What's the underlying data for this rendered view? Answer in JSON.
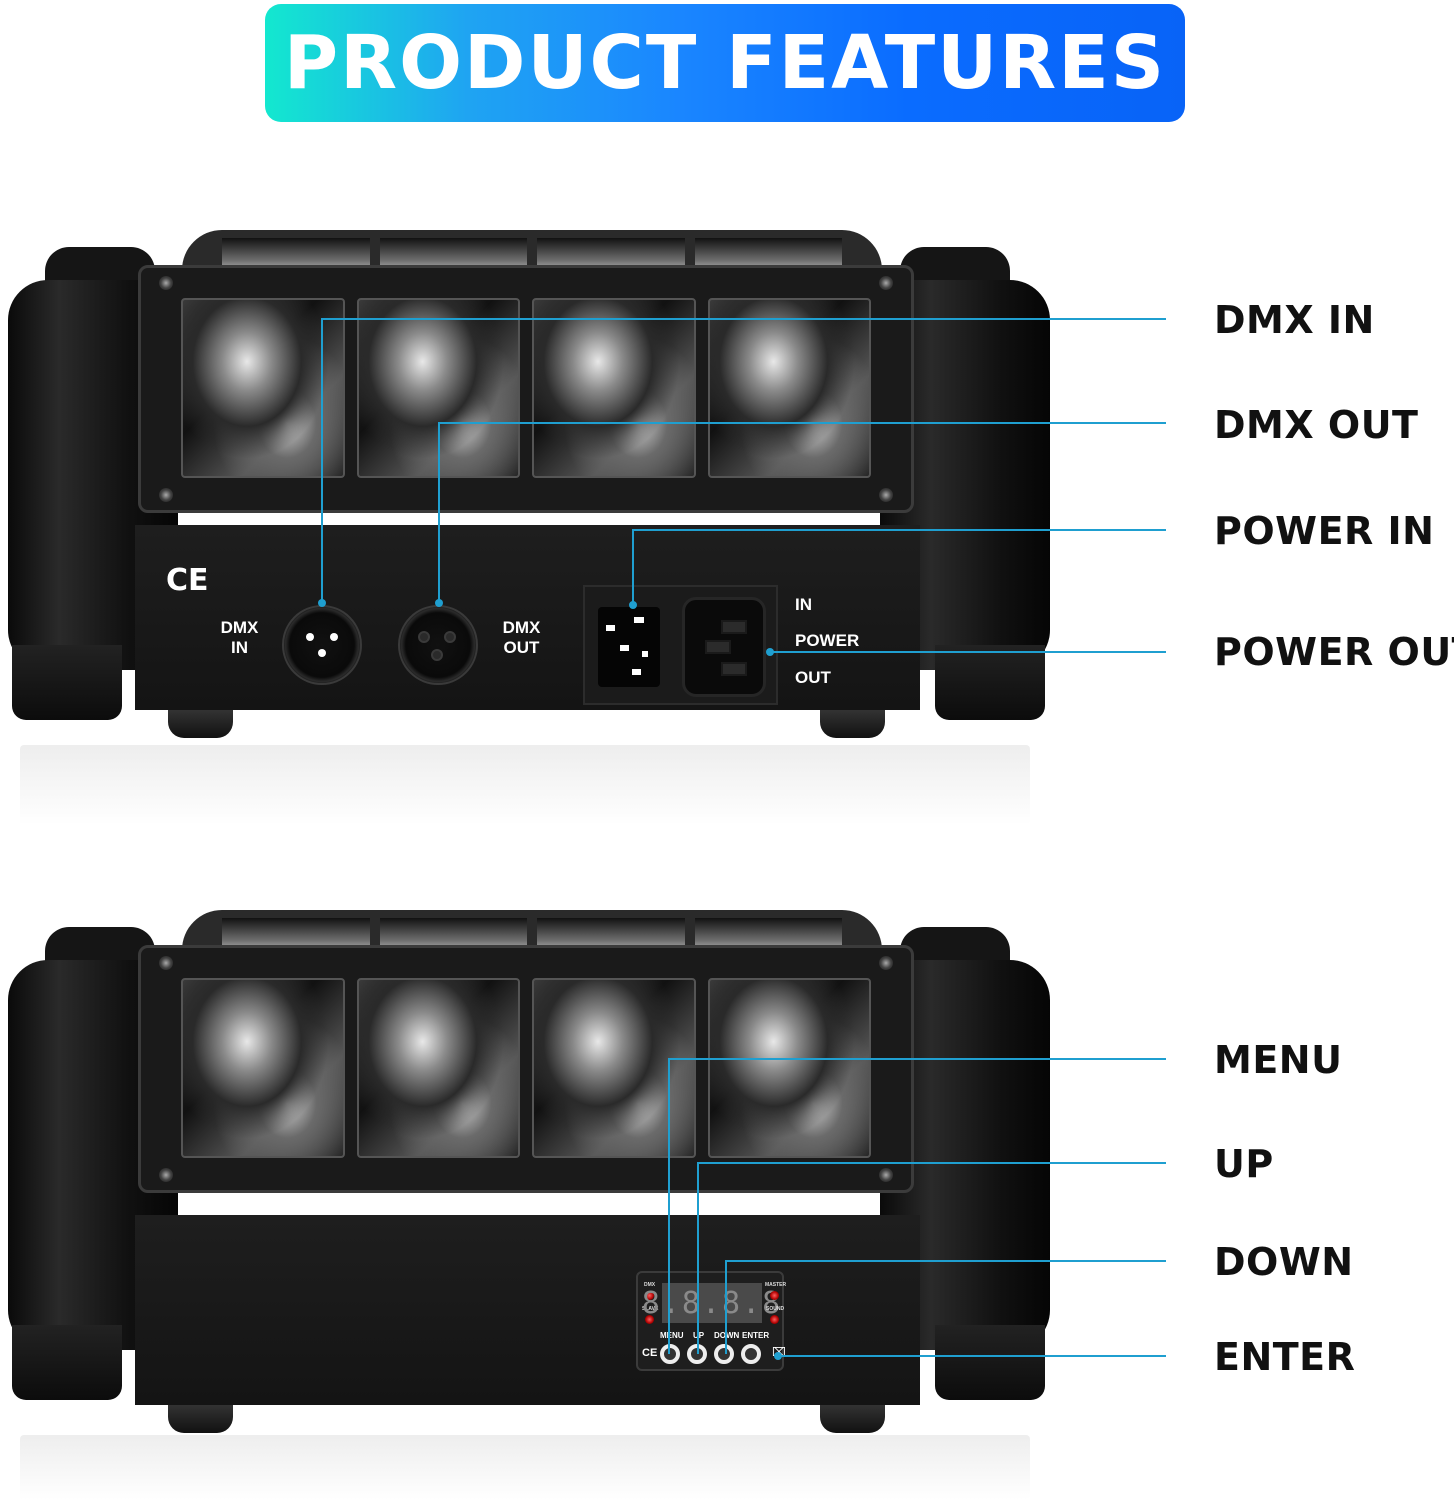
{
  "banner": {
    "title": "PRODUCT FEATURES"
  },
  "colors": {
    "banner_gradient_start": "#13e8cf",
    "banner_gradient_end": "#0863f7",
    "callout_line": "#1f9fd0",
    "callout_text": "#111111",
    "device_body": "#1a1a1a"
  },
  "top_device": {
    "ce_mark": "CE",
    "dmx_in_label": "DMX IN",
    "dmx_out_label": "DMX OUT",
    "power_labels": {
      "in": "IN",
      "power": "POWER",
      "out": "OUT"
    },
    "callouts": [
      {
        "label": "DMX IN"
      },
      {
        "label": "DMX OUT"
      },
      {
        "label": "POWER IN"
      },
      {
        "label": "POWER OUT"
      }
    ]
  },
  "bottom_device": {
    "display_value": "8.8.8.8",
    "status_leds": {
      "top_left": "DMX",
      "bottom_left": "SLAVE",
      "top_right": "MASTER",
      "bottom_right": "SOUND"
    },
    "buttons": [
      "MENU",
      "UP",
      "DOWN",
      "ENTER"
    ],
    "ce_mark": "CE",
    "callouts": [
      {
        "label": "MENU"
      },
      {
        "label": "UP"
      },
      {
        "label": "DOWN"
      },
      {
        "label": "ENTER"
      }
    ]
  }
}
